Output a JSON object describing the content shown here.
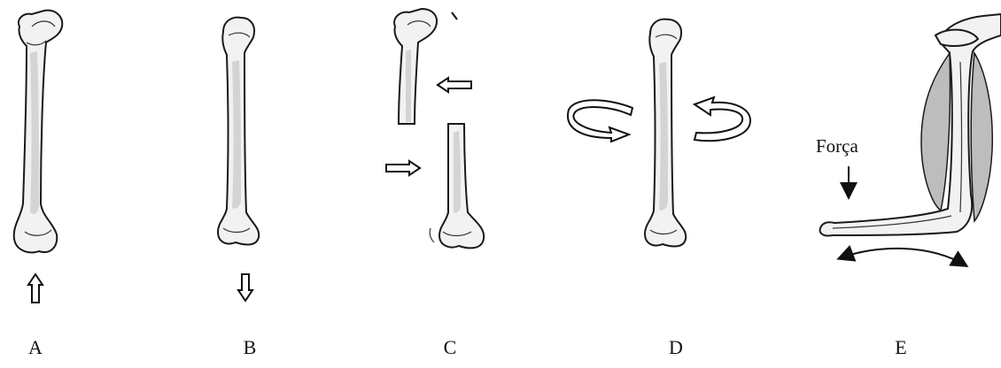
{
  "panels": [
    {
      "label": "A"
    },
    {
      "label": "B"
    },
    {
      "label": "C"
    },
    {
      "label": "D"
    },
    {
      "label": "E"
    }
  ],
  "force_label": "Força"
}
